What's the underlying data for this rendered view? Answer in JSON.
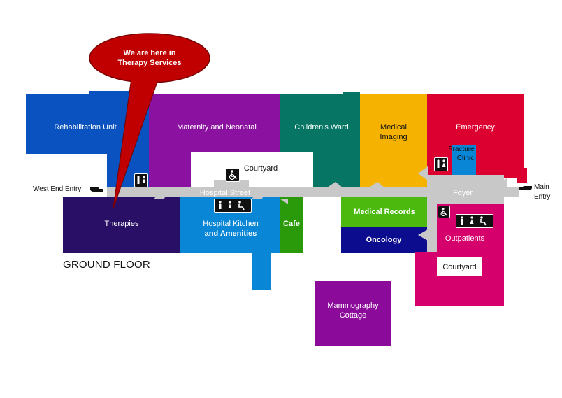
{
  "callout": {
    "line1": "We are here in",
    "line2": "Therapy Services",
    "fill": "#c00000"
  },
  "floor_label": "GROUND FLOOR",
  "entries": {
    "west": "West End Entry",
    "main_line1": "Main",
    "main_line2": "Entry"
  },
  "departments": {
    "rehabilitation": "Rehabilitation Unit",
    "maternity": "Maternity and Neonatal",
    "childrens": "Children's Ward",
    "imaging_line1": "Medical",
    "imaging_line2": "Imaging",
    "emergency": "Emergency",
    "fracture_line1": "Fracture",
    "fracture_line2": "Clinic",
    "courtyard_top": "Courtyard",
    "hospital_street": "Hospital Street",
    "foyer": "Foyer",
    "therapies": "Therapies",
    "kitchen_line1": "Hospital Kitchen",
    "kitchen_line2": "and Amenities",
    "cafe": "Cafe",
    "records": "Medical Records",
    "oncology": "Oncology",
    "outpatients": "Outpatients",
    "courtyard_bottom": "Courtyard",
    "mammo_line1": "Mammography",
    "mammo_line2": "Cottage"
  },
  "icons": [
    "lift-icon",
    "accessible-toilet-icon",
    "toilets-icon",
    "hand-pointer-icon"
  ],
  "colors": {
    "rehab": "#0a52bf",
    "maternity": "#8b12a0",
    "childrens": "#077563",
    "imaging": "#f5b300",
    "emergency": "#dc0030",
    "therapies": "#2a0f66",
    "kitchen": "#0a86d6",
    "cafe": "#2a9a0a",
    "records": "#4cb90e",
    "oncology": "#0c0c8f",
    "outpatients": "#d6006c",
    "mammo": "#8b0a9a",
    "street": "#c8c8c8"
  }
}
